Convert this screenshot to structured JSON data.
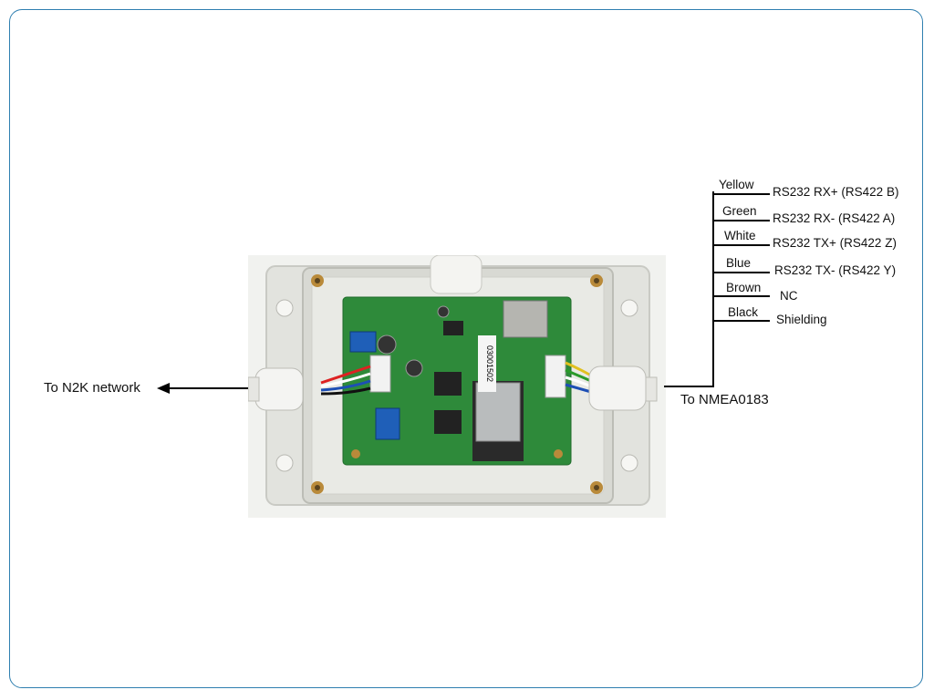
{
  "left_label": "To N2K network",
  "right_label": "To NMEA0183",
  "board_marking": "03001502",
  "wires": [
    {
      "color": "Yellow",
      "signal": "RS232 RX+ (RS422 B)"
    },
    {
      "color": "Green",
      "signal": "RS232 RX- (RS422 A)"
    },
    {
      "color": "White",
      "signal": "RS232 TX+ (RS422 Z)"
    },
    {
      "color": "Blue",
      "signal": "RS232 TX- (RS422 Y)"
    },
    {
      "color": "Brown",
      "signal": "NC"
    },
    {
      "color": "Black",
      "signal": "Shielding"
    }
  ],
  "colors": {
    "frame": "#2f7fb0",
    "pcb": "#2e8a3a",
    "enclosure": "#e4e4de"
  }
}
